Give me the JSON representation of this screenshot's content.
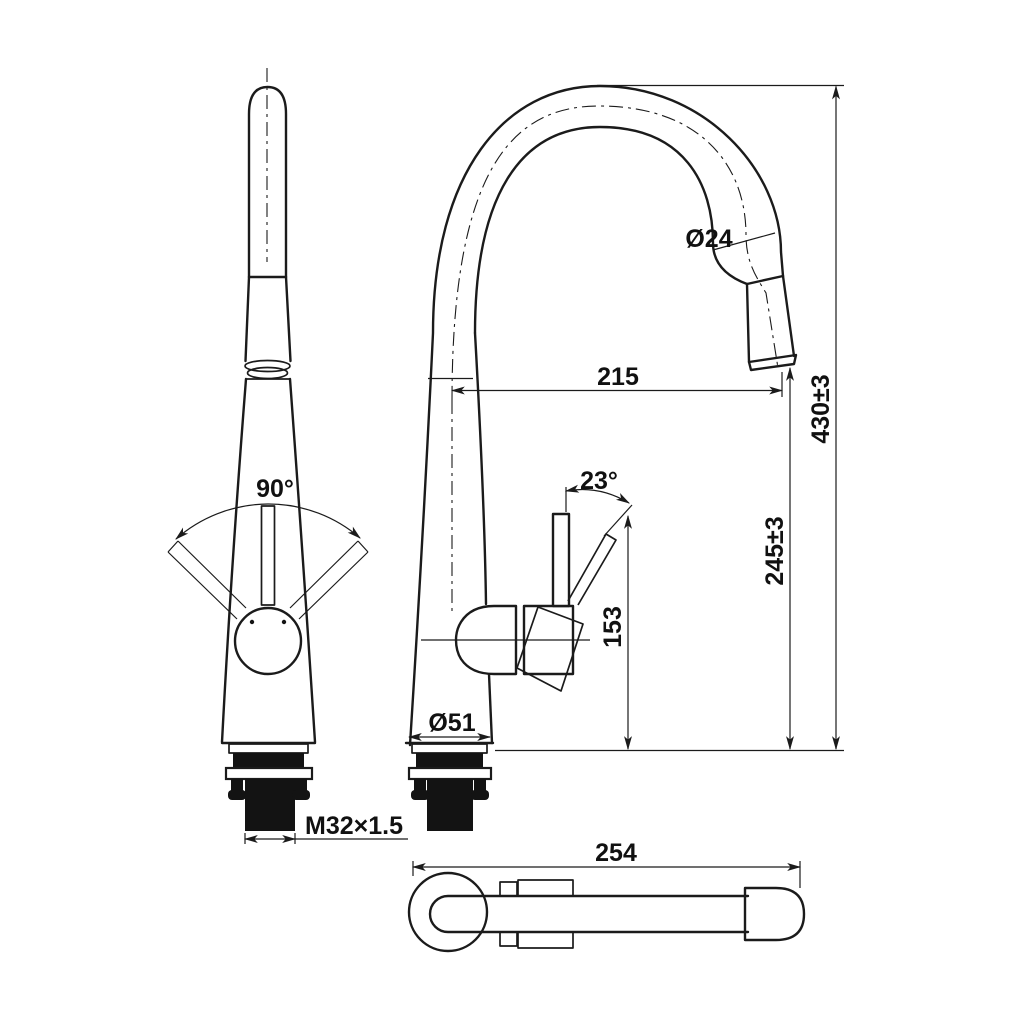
{
  "drawing": {
    "background": "#ffffff",
    "line_color": "#1b1b1b",
    "text_color": "#111111",
    "labels": {
      "swivel_angle": "90°",
      "spout_diameter": "Ø24",
      "spout_reach": "215",
      "total_height": "430±3",
      "outlet_height": "245±3",
      "handle_angle": "23°",
      "handle_top_height": "153",
      "base_diameter": "Ø51",
      "thread": "M32×1.5",
      "overall_length": "254"
    }
  }
}
